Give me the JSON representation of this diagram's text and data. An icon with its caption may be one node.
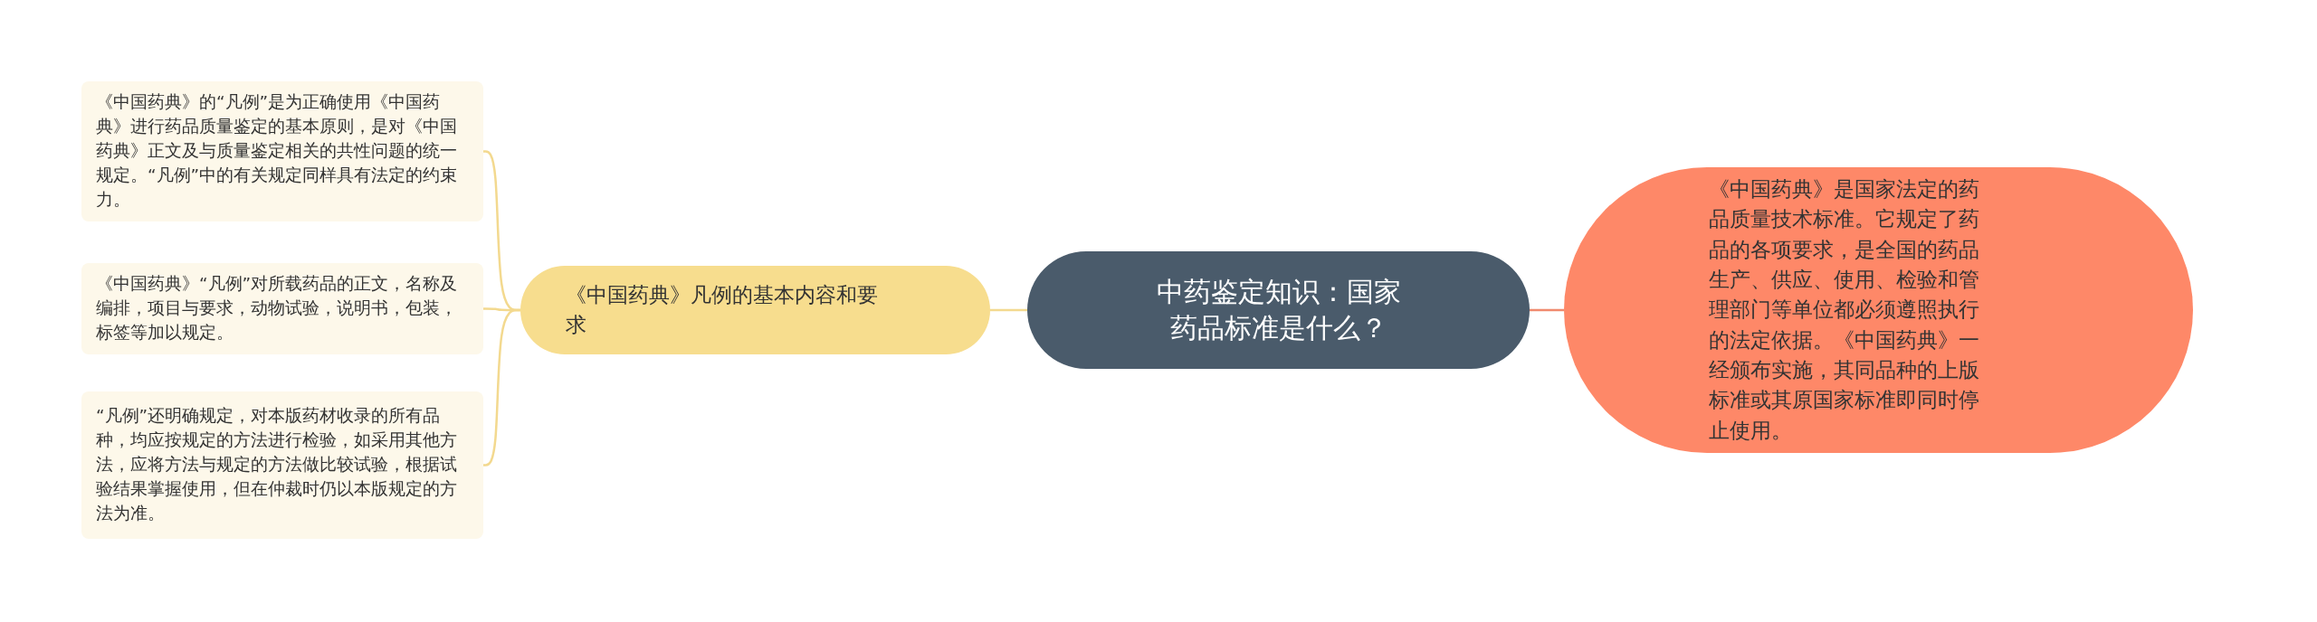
{
  "diagram": {
    "nodes": [
      {
        "text": [
          "中药鉴定知识：国家药品标准是什么？"
        ]
      },
      {
        "text": [
          "《中国药典》是国家法定的药品质量技术标准。它规定了药品的各项要求，是全国的药品生产、供应、使用、检验和管理部门等单位都必须遵照执行的法定依据。《中国药典》一经颁布实施，其同品种的上版标准或其原国家标准即同时停止使用。"
        ]
      },
      {
        "text": [
          "《中国药典》凡例的基本内容和要求"
        ]
      },
      {
        "text": [
          "《中国药典》的“凡例”是为正确使用《中国药典》进行药品质量鉴定的基本原则，是对《中国药典》正文及与质量鉴定相关的共性问题的统一规定。“凡例”中的有关规定同样具有法定的约束力。"
        ]
      },
      {
        "text": [
          "《中国药典》“凡例”对所载药品的正文，名称及编排，项目与要求，动物试验，说明书，包装，标签等加以规定。"
        ]
      },
      {
        "text": [
          "“凡例”还明确规定，对本版药材收录的所有品种，均应按规定的方法进行检验，如采用其他方法，应将方法与规定的方法做比较试验，根据试验结果掌握使用，但在仲裁时仍以本版规定的方法为准。"
        ]
      }
    ],
    "edges": [
      {
        "from": 0,
        "to": 1,
        "arrow": "none",
        "color": "#f08a6e"
      },
      {
        "from": 0,
        "to": 2,
        "arrow": "none"
      },
      {
        "from": 2,
        "to": 3,
        "arrow": "none"
      },
      {
        "from": 2,
        "to": 4,
        "arrow": "none"
      },
      {
        "from": 2,
        "to": 5,
        "arrow": "none"
      }
    ]
  }
}
